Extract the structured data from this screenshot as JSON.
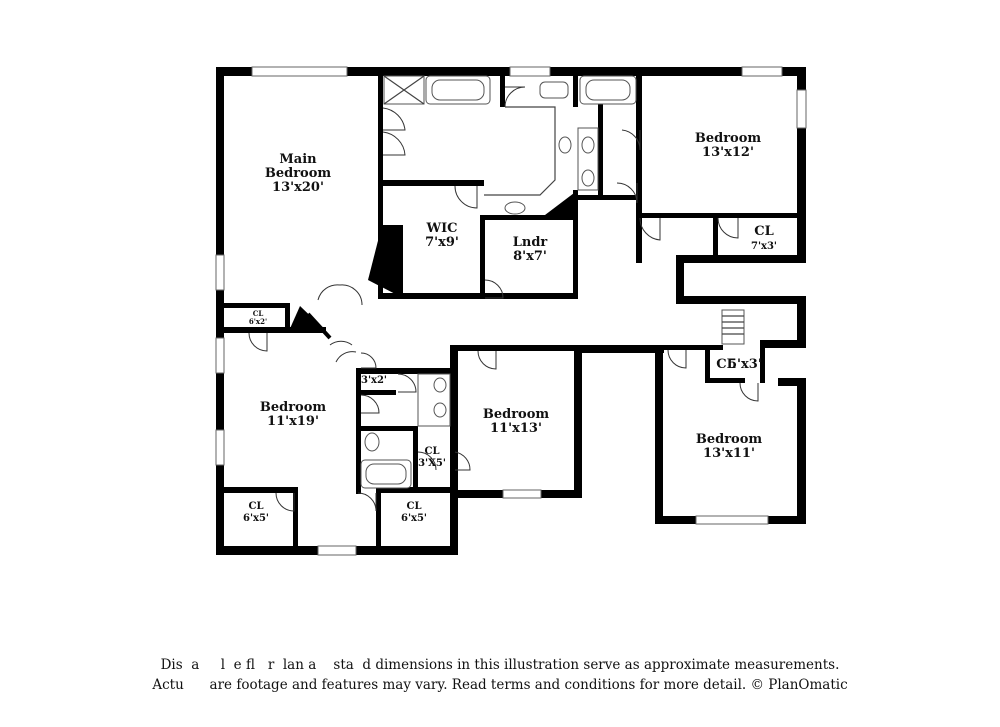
{
  "rooms": {
    "main_bedroom": {
      "name_1": "Main",
      "name_2": "Bedroom",
      "dims": "13'x20'"
    },
    "wic": {
      "name": "WIC",
      "dims": "7'x9'"
    },
    "laundry": {
      "name": "Lndr",
      "dims": "8'x7'"
    },
    "bedroom_ne": {
      "name": "Bedroom",
      "dims": "13'x12'"
    },
    "closet_ne": {
      "name": "CL",
      "dims": "7'x3'"
    },
    "closet_w_small": {
      "name": "CL",
      "dims": "6'x2'"
    },
    "bedroom_w": {
      "name": "Bedroom",
      "dims": "11'x19'"
    },
    "closet_hall": {
      "dims": "3'x2'"
    },
    "bedroom_c": {
      "name": "Bedroom",
      "dims": "11'x13'"
    },
    "closet_c": {
      "name": "CL",
      "dims": "3'X5'"
    },
    "closet_sw1": {
      "name": "CL",
      "dims": "6'x5'"
    },
    "closet_sw2": {
      "name": "CL",
      "dims": "6'x5'"
    },
    "closet_se": {
      "name": "CL",
      "dims": "5'x3'"
    },
    "bedroom_se": {
      "name": "Bedroom",
      "dims": "13'x11'"
    }
  },
  "disclaimer": {
    "line1": "Dis  a     l  e fl   r  lan a    sta  d dimensions in this illustration serve as approximate measurements.",
    "line2": "Actu      are footage and features may vary. Read terms and conditions for more detail. © PlanOmatic"
  }
}
